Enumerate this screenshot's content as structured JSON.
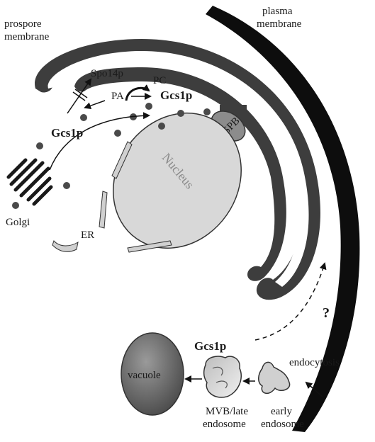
{
  "labels": {
    "plasma_membrane": [
      "plasma",
      "membrane"
    ],
    "prospore_membrane": [
      "prospore",
      "membrane"
    ],
    "spo14p": "Spo14p",
    "pc": "PC",
    "pa": "PA",
    "gcs1p_top": "Gcs1p",
    "gcs1p_left": "Gcs1p",
    "gcs1p_bottom": "Gcs1p",
    "spb": "SPB",
    "nucleus": "Nucleus",
    "golgi": "Golgi",
    "er": "ER",
    "question": "?",
    "vacuole": "vacuole",
    "mvb": [
      "MVB/late",
      "endosome"
    ],
    "early": [
      "early",
      "endosome"
    ],
    "endocytosis": "endocytosis"
  },
  "colors": {
    "plasma_membrane": "#0d0d0d",
    "prospore_membrane": "#3d3d3d",
    "nucleus_fill": "#d8d8d8",
    "spb_fill": "#8c8c8c",
    "vacuole_fill": "#6e6e6e",
    "dot": "#4a4a4a"
  }
}
